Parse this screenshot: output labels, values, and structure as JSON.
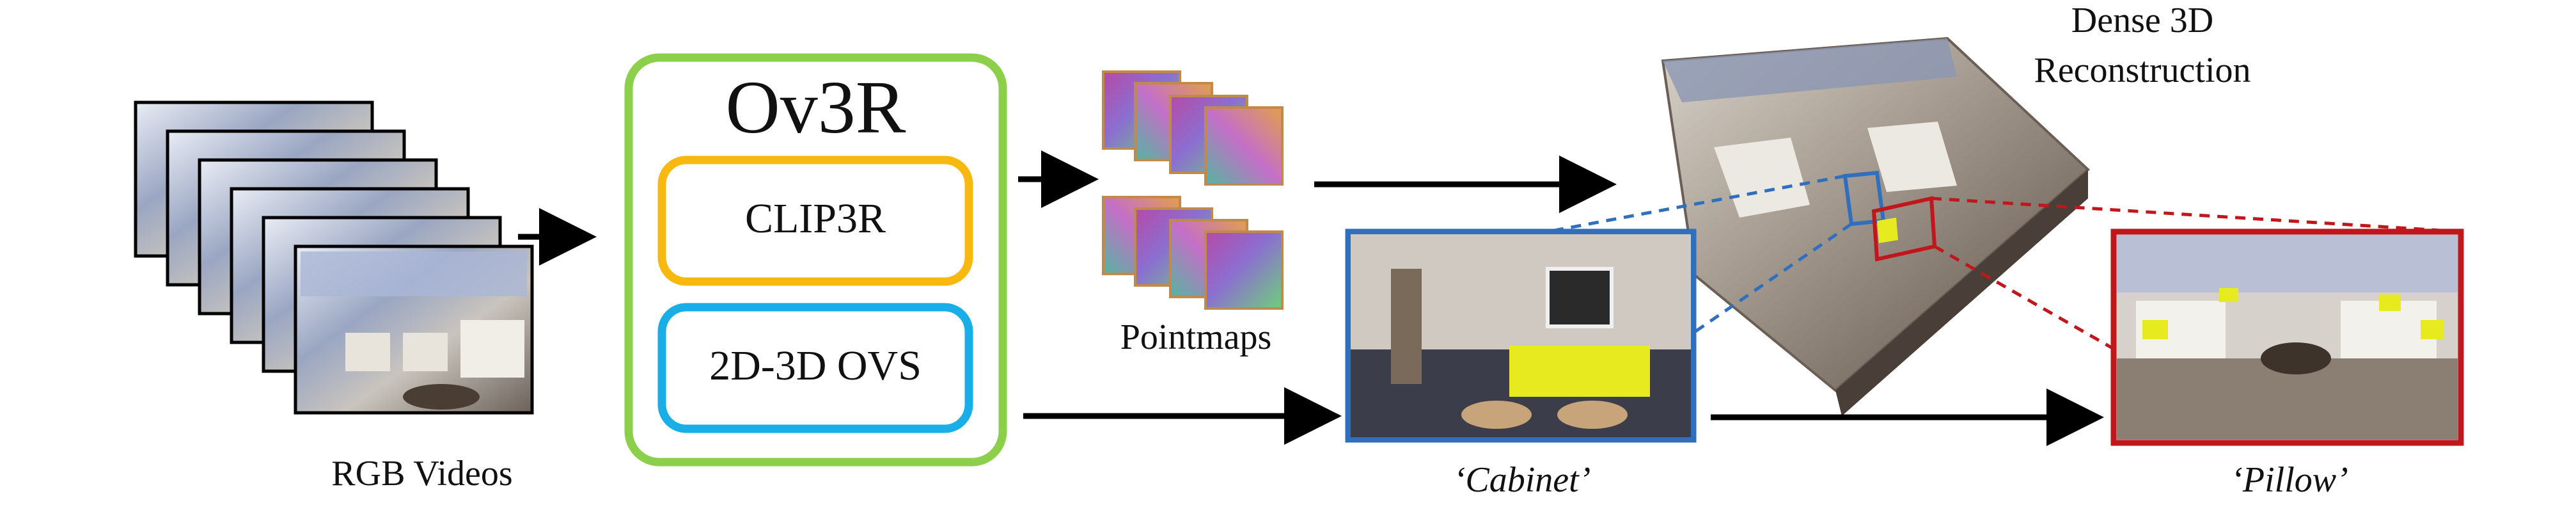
{
  "inputs": {
    "label": "RGB Videos"
  },
  "model": {
    "title": "Ov3R",
    "module_1": "CLIP3R",
    "module_2": "2D-3D OVS"
  },
  "pointmaps": {
    "label": "Pointmaps"
  },
  "reconstruction": {
    "label_line1": "Dense 3D",
    "label_line2": "Reconstruction"
  },
  "queries": {
    "cabinet": "‘Cabinet’",
    "pillow": "‘Pillow’"
  },
  "colors": {
    "model_border": "#8ccf4a",
    "clip3r_border": "#f7b80f",
    "ovs_border": "#1aaee8",
    "cabinet_border": "#2f6fbd",
    "pillow_border": "#c0161c",
    "highlight": "#e6ea1f"
  }
}
